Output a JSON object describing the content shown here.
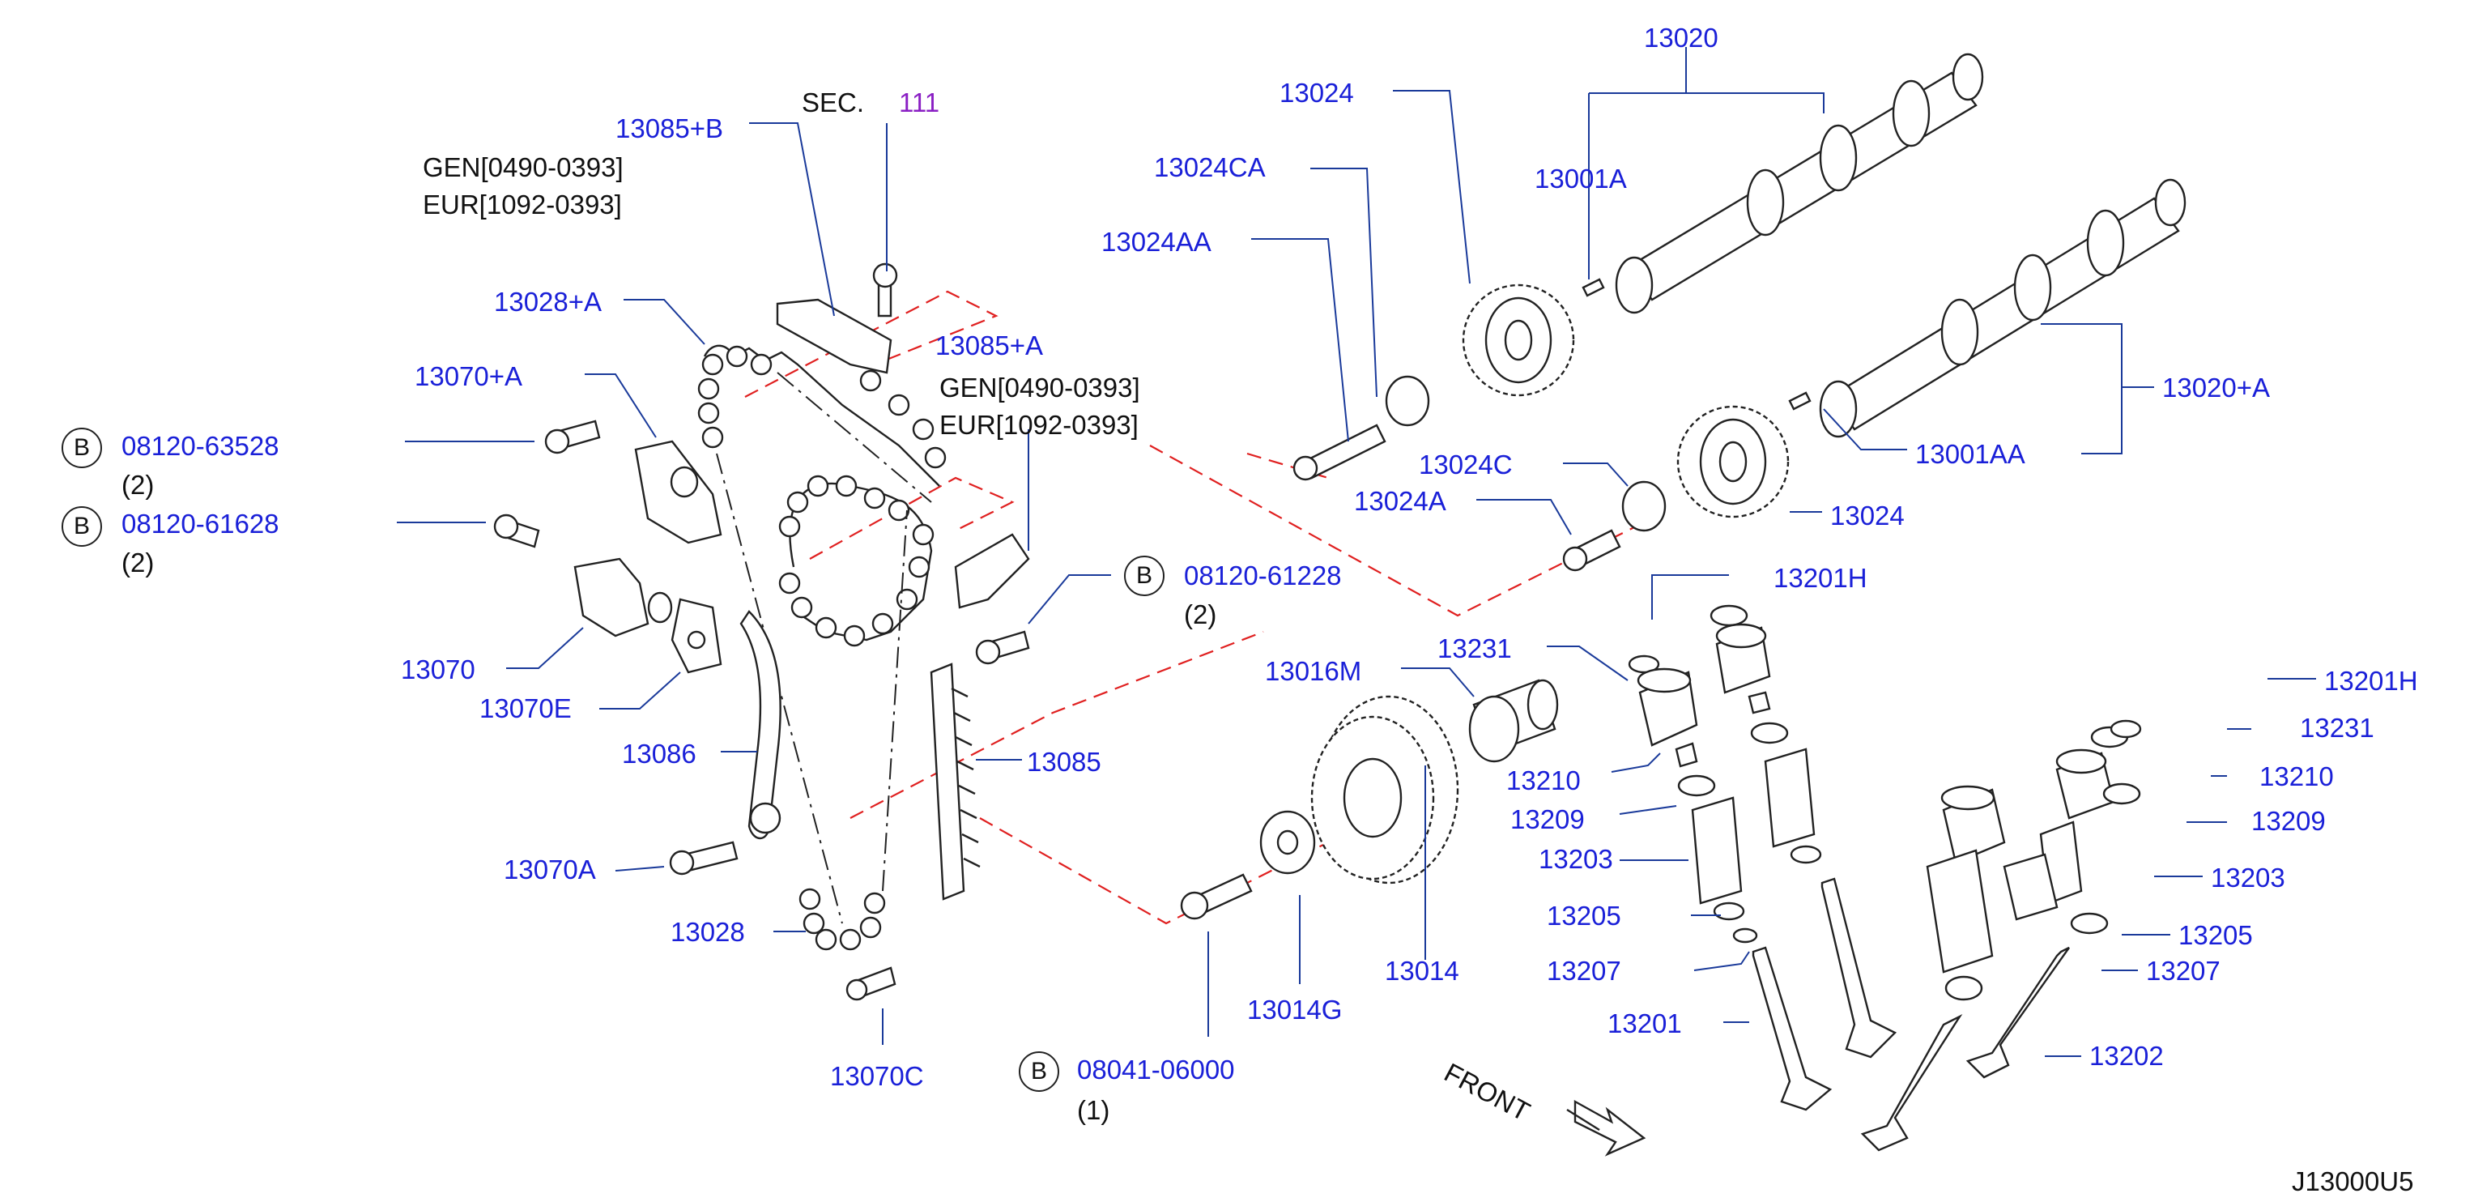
{
  "section": {
    "prefix": "SEC.",
    "number": "111"
  },
  "diagram_id": "J13000U5",
  "front_label": "FRONT",
  "circle_mark": "B",
  "notes": {
    "gen_1": "GEN[0490-0393]",
    "eur_1": "EUR[1092-0393]",
    "gen_2": "GEN[0490-0393]",
    "eur_2": "EUR[1092-0393]"
  },
  "parts": {
    "p13020": "13020",
    "p13024_top": "13024",
    "p13001A": "13001A",
    "p13024CA": "13024CA",
    "p13024AA": "13024AA",
    "p13020A": "13020+A",
    "p13001AA": "13001AA",
    "p13024C": "13024C",
    "p13024A": "13024A",
    "p13024_mid": "13024",
    "p13201H_a": "13201H",
    "p13231_a": "13231",
    "p13016M": "13016M",
    "p13210_a": "13210",
    "p13209_a": "13209",
    "p13203_a": "13203",
    "p13205_a": "13205",
    "p13207_a": "13207",
    "p13201": "13201",
    "p13014": "13014",
    "p13014G": "13014G",
    "p13201H_b": "13201H",
    "p13231_b": "13231",
    "p13210_b": "13210",
    "p13209_b": "13209",
    "p13203_b": "13203",
    "p13205_b": "13205",
    "p13207_b": "13207",
    "p13202": "13202",
    "p13085B": "13085+B",
    "p13028A": "13028+A",
    "p13070A_plus": "13070+A",
    "p13085A": "13085+A",
    "p13070": "13070",
    "p13070E": "13070E",
    "p13086": "13086",
    "p13085": "13085",
    "p13070A": "13070A",
    "p13028": "13028",
    "p13070C": "13070C"
  },
  "bolts": {
    "b1": {
      "code": "08120-63528",
      "qty": "(2)"
    },
    "b2": {
      "code": "08120-61628",
      "qty": "(2)"
    },
    "b3": {
      "code": "08120-61228",
      "qty": "(2)"
    },
    "b4": {
      "code": "08041-06000",
      "qty": "(1)"
    }
  },
  "colors": {
    "label_blue": "#1a20d8",
    "section_purple": "#8a1fc4",
    "leader_blue": "#1a3a9a",
    "phantom_red": "#e02020"
  }
}
